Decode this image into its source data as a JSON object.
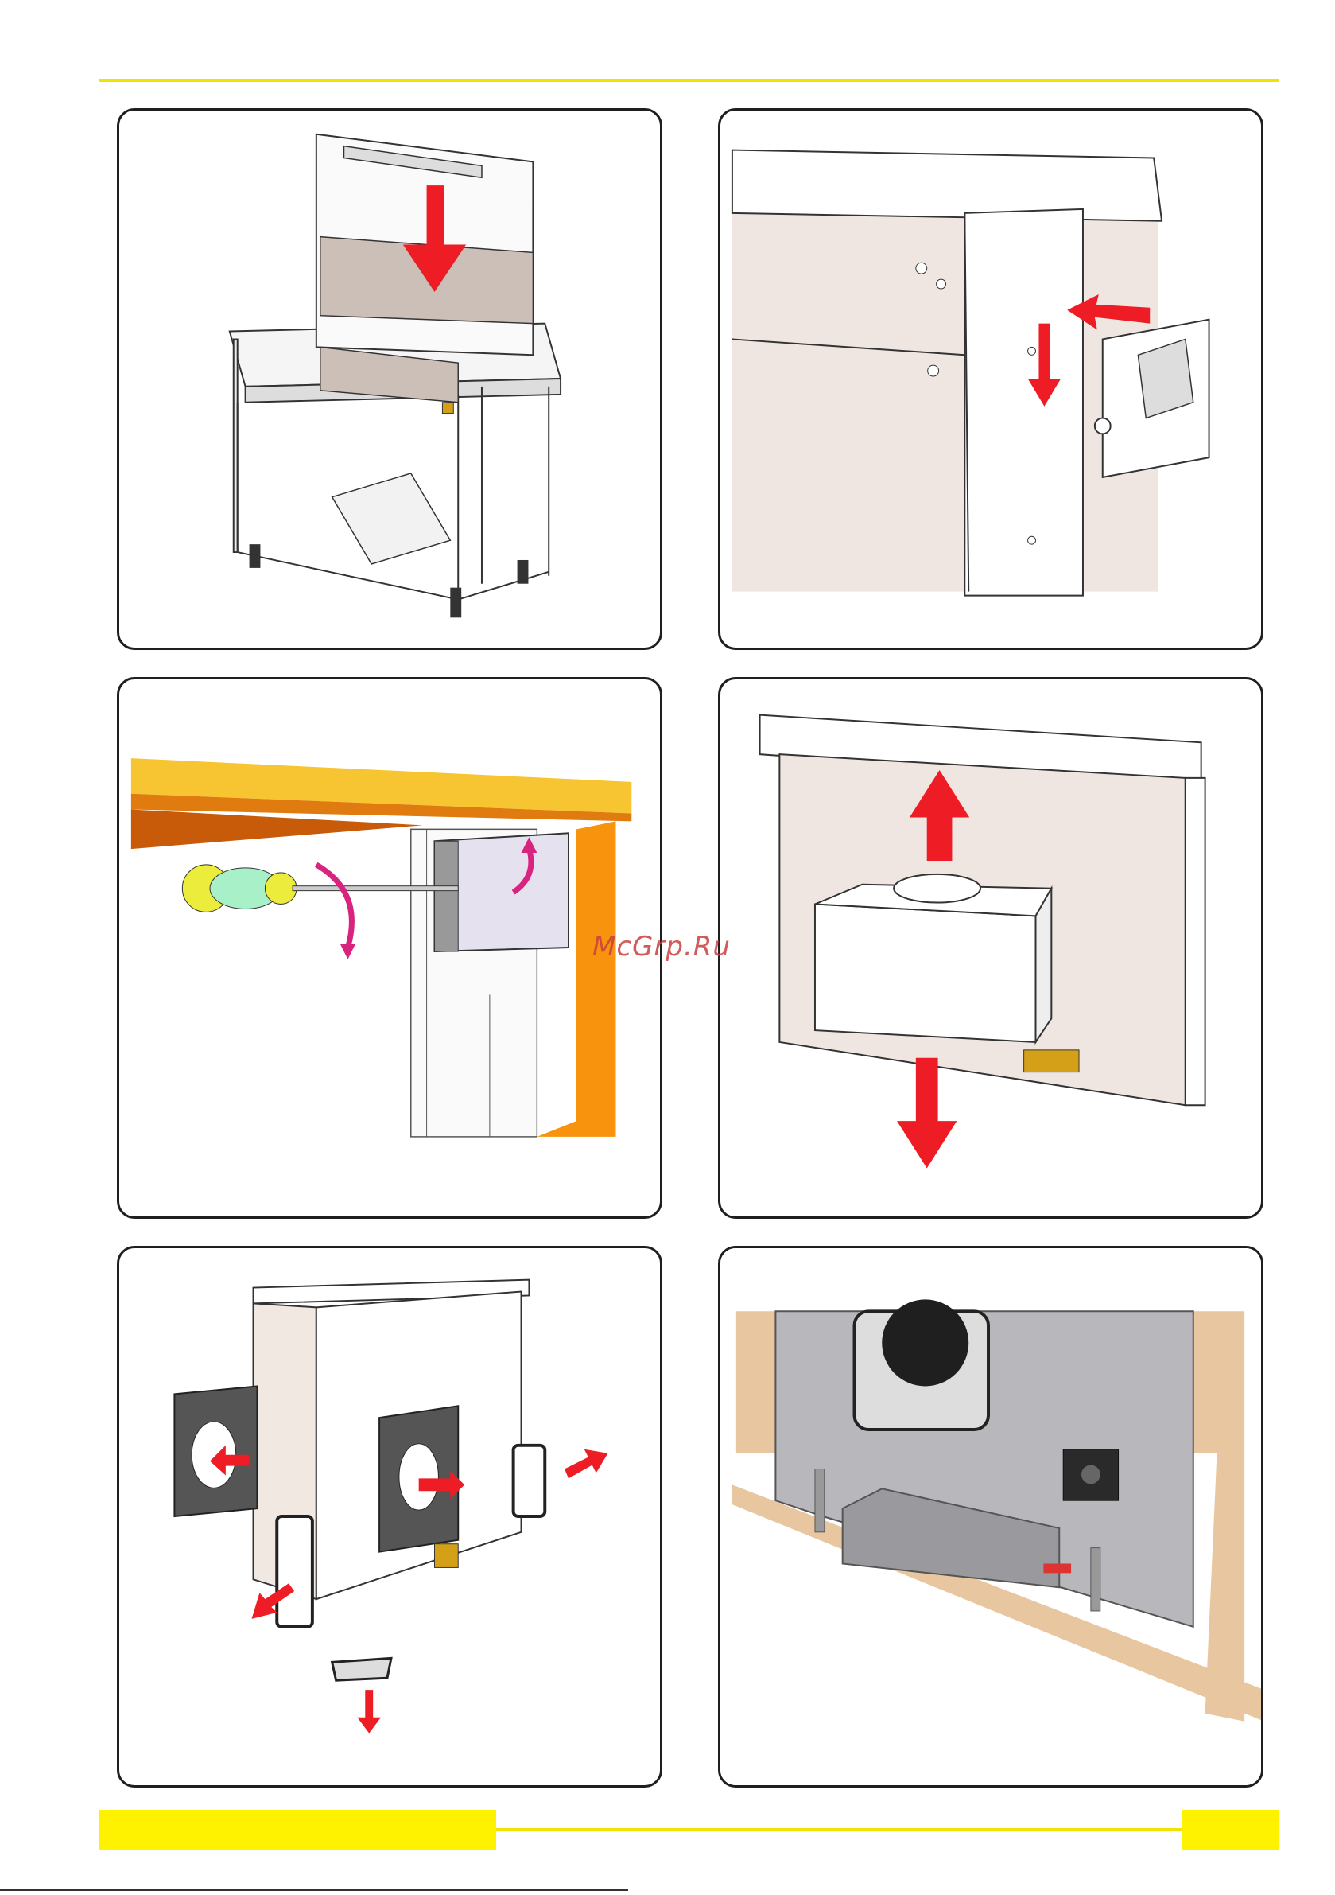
{
  "watermark": "McGrp.Ru",
  "colors": {
    "accent_yellow": "#fff200",
    "arrow_red": "#ee1c24",
    "arrow_magenta": "#d9247f",
    "panel_border": "#1f1f1f"
  },
  "panels": [
    {
      "id": "step-1",
      "icon": "install-hood-into-cabinet"
    },
    {
      "id": "step-2",
      "icon": "attach-mounting-bracket"
    },
    {
      "id": "step-3",
      "icon": "tighten-screw-under-worktop"
    },
    {
      "id": "step-4",
      "icon": "motor-position-up-down"
    },
    {
      "id": "step-5",
      "icon": "outlet-cover-options"
    },
    {
      "id": "step-6",
      "icon": "installed-unit-photo"
    }
  ]
}
